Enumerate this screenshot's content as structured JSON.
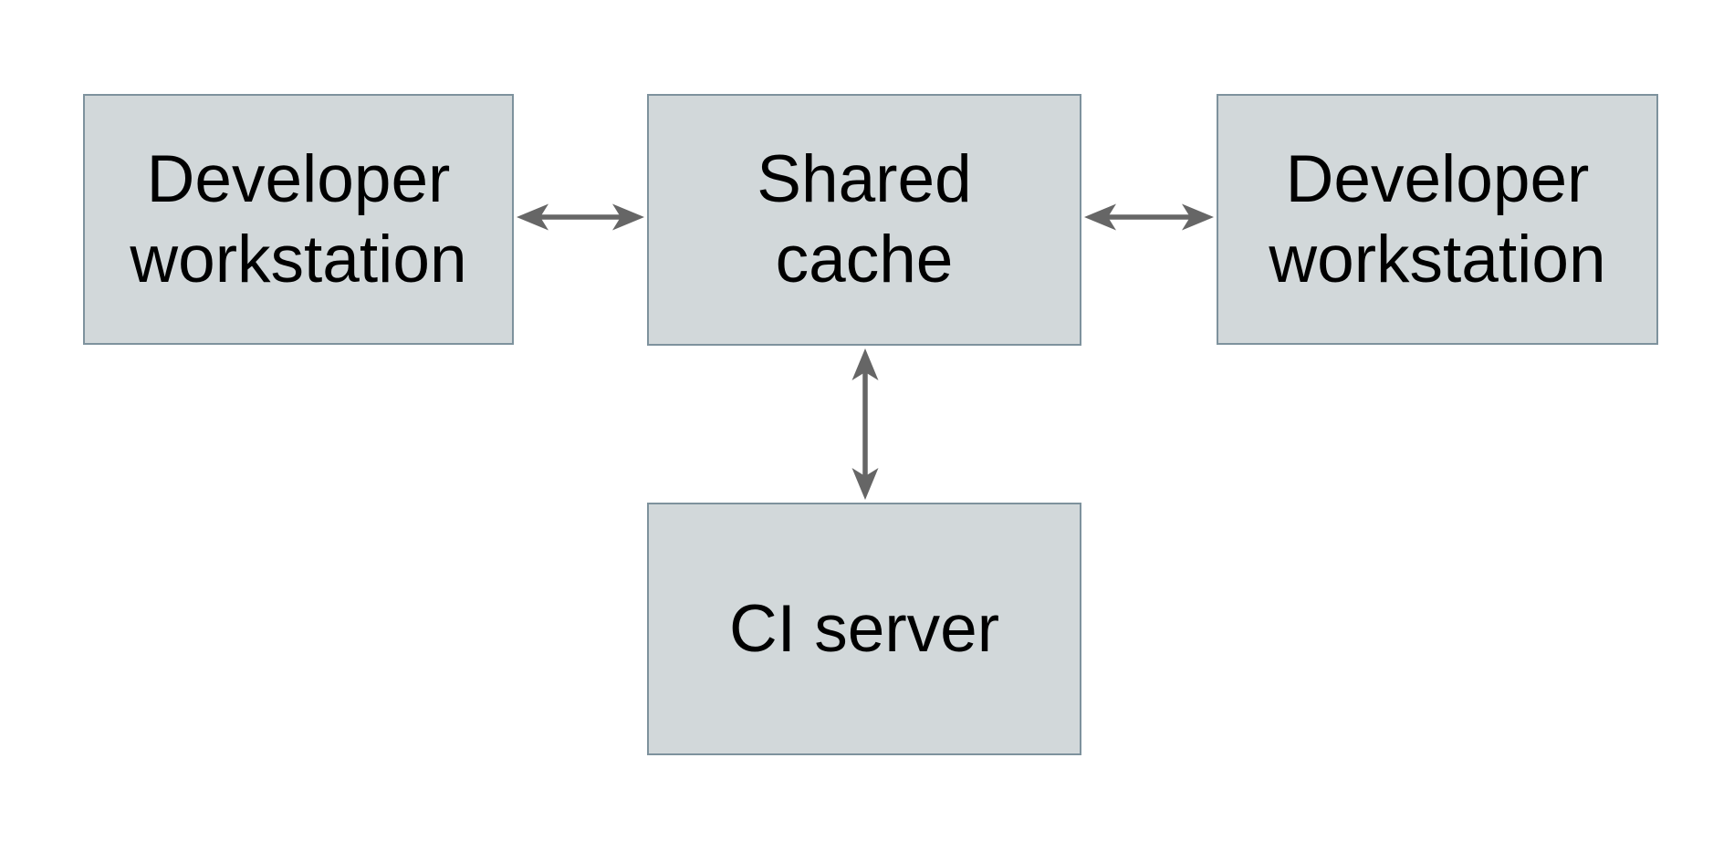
{
  "diagram": {
    "type": "architecture-diagram",
    "background_color": "#ffffff",
    "node_fill_color": "#d2d8da",
    "node_border_color": "#7e929d",
    "node_text_color": "#000000",
    "arrow_color": "#666666",
    "nodes": [
      {
        "id": "developer-workstation-left",
        "label": "Developer\nworkstation"
      },
      {
        "id": "shared-cache",
        "label": "Shared\ncache"
      },
      {
        "id": "developer-workstation-right",
        "label": "Developer\nworkstation"
      },
      {
        "id": "ci-server",
        "label": "CI server"
      }
    ],
    "edges": [
      {
        "from": "developer-workstation-left",
        "to": "shared-cache",
        "direction": "bidirectional"
      },
      {
        "from": "shared-cache",
        "to": "developer-workstation-right",
        "direction": "bidirectional"
      },
      {
        "from": "shared-cache",
        "to": "ci-server",
        "direction": "bidirectional"
      }
    ]
  }
}
